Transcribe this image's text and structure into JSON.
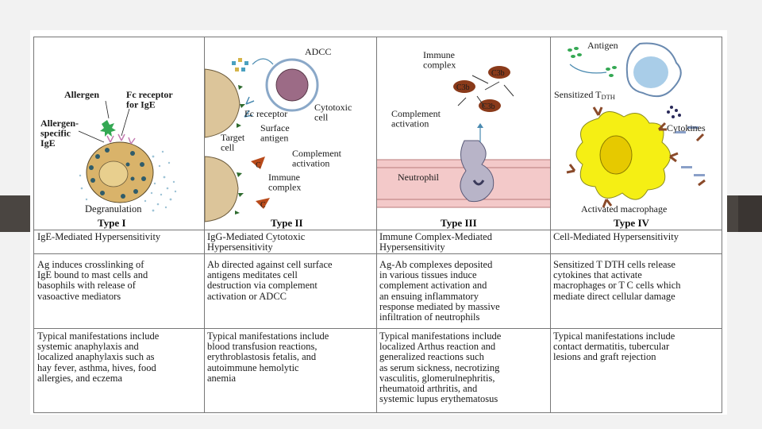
{
  "panels": [
    {
      "type_label": "Type I",
      "labels": {
        "allergen": "Allergen",
        "fc_receptor": "Fc receptor\nfor IgE",
        "allergen_ige": "Allergen-\nspecific\nIgE",
        "degranulation": "Degranulation"
      },
      "header": "IgE-Mediated Hypersensitivity",
      "mechanism": "Ag induces crosslinking of\nIgE bound to mast cells and\nbasophils with release of\nvasoactive mediators",
      "manifestations": "Typical manifestations include\nsystemic anaphylaxis and\nlocalized anaphylaxis such as\nhay fever, asthma, hives, food\nallergies, and eczema"
    },
    {
      "type_label": "Type II",
      "labels": {
        "adcc": "ADCC",
        "fc_receptor": "Fc receptor",
        "cytotoxic": "Cytotoxic\ncell",
        "target": "Target\ncell",
        "surface": "Surface\nantigen",
        "complement": "Complement\nactivation",
        "immune_complex": "Immune\ncomplex",
        "c": "C"
      },
      "header": "IgG-Mediated Cytotoxic\nHypersensitivity",
      "mechanism": "Ab directed against cell surface\nantigens meditates cell\ndestruction via complement\nactivation or ADCC",
      "manifestations": "Typical manifestations include\nblood transfusion reactions,\nerythroblastosis fetalis, and\nautoimmune hemolytic\nanemia"
    },
    {
      "type_label": "Type III",
      "labels": {
        "immune_complex": "Immune\ncomplex",
        "c3b": "C3b",
        "complement": "Complement\nactivation",
        "neutrophil": "Neutrophil"
      },
      "header": "Immune Complex-Mediated\nHypersensitivity",
      "mechanism": "Ag-Ab complexes deposited\nin various tissues induce\ncomplement activation and\nan ensuing inflammatory\nresponse mediated by massive\ninfiltration of neutrophils",
      "manifestations": "Typical manifestations include\nlocalized Arthus reaction and\ngeneralized reactions such\nas serum sickness, necrotizing\nvasculitis, glomerulnephritis,\nrheumatoid arthritis, and\nsystemic lupus erythematosus"
    },
    {
      "type_label": "Type IV",
      "labels": {
        "antigen": "Antigen",
        "sensitized": "Sensitized T",
        "sensitized_sub": "DTH",
        "cytokines": "Cytokines",
        "macrophage": "Activated macrophage"
      },
      "header": "Cell-Mediated Hypersensitivity",
      "mechanism": "Sensitized T DTH cells release\ncytokines that activate\nmacrophages or T C cells which\nmediate direct cellular damage",
      "manifestations": "Typical manifestations include\ncontact dermatitis, tubercular\nlesions and graft rejection"
    }
  ],
  "colors": {
    "band": "#4a4541",
    "mast_cell": "#d9b36a",
    "target_cell": "#dcc59a",
    "nucleus": "#9c6b86",
    "vessel": "#f3c9c9",
    "macrophage": "#f5ef14",
    "tcell": "#a9cde8",
    "complement": "#b84a1a"
  }
}
